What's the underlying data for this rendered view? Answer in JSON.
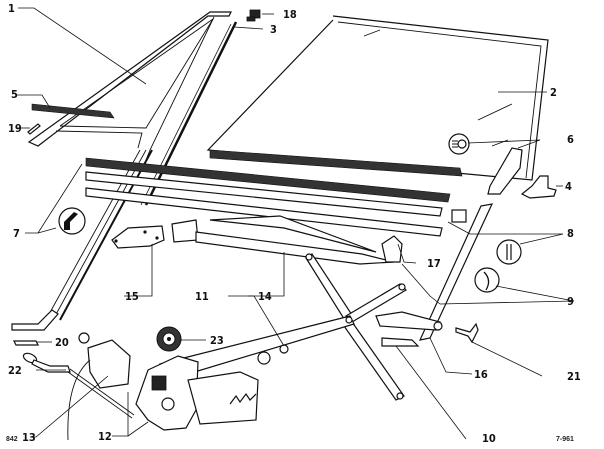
{
  "figure": {
    "type": "exploded-parts-diagram",
    "subject": "door window glass and window regulator assembly",
    "reference_code": "7-961",
    "page_code": "842"
  },
  "callouts": [
    {
      "id": "c1",
      "number": "1",
      "part": "vent (quarter) window glass"
    },
    {
      "id": "c2",
      "number": "2",
      "part": "door window glass"
    },
    {
      "id": "c3",
      "number": "3",
      "part": "glass run seal"
    },
    {
      "id": "c4",
      "number": "4",
      "part": "glass bracket"
    },
    {
      "id": "c5",
      "number": "5",
      "part": "trim strip"
    },
    {
      "id": "c6",
      "number": "6",
      "part": "glass lower channel / clip"
    },
    {
      "id": "c7",
      "number": "7",
      "part": "inner belt weatherstrip"
    },
    {
      "id": "c8",
      "number": "8",
      "part": "guide rail / clip"
    },
    {
      "id": "c9",
      "number": "9",
      "part": "channel clip"
    },
    {
      "id": "c10",
      "number": "10",
      "part": "rear guide rail"
    },
    {
      "id": "c11",
      "number": "11",
      "part": "regulator arm assembly"
    },
    {
      "id": "c12",
      "number": "12",
      "part": "regulator motor & gear"
    },
    {
      "id": "c13",
      "number": "13",
      "part": "cable"
    },
    {
      "id": "c14",
      "number": "14",
      "part": "lift channel"
    },
    {
      "id": "c15",
      "number": "15",
      "part": "mounting bracket"
    },
    {
      "id": "c16",
      "number": "16",
      "part": "slider"
    },
    {
      "id": "c17",
      "number": "17",
      "part": "pivot bracket"
    },
    {
      "id": "c18",
      "number": "18",
      "part": "clip"
    },
    {
      "id": "c19",
      "number": "19",
      "part": "small trim"
    },
    {
      "id": "c20",
      "number": "20",
      "part": "plate"
    },
    {
      "id": "c21",
      "number": "21",
      "part": "stop"
    },
    {
      "id": "c22",
      "number": "22",
      "part": "crank handle"
    },
    {
      "id": "c23",
      "number": "23",
      "part": "gear wheel"
    }
  ]
}
